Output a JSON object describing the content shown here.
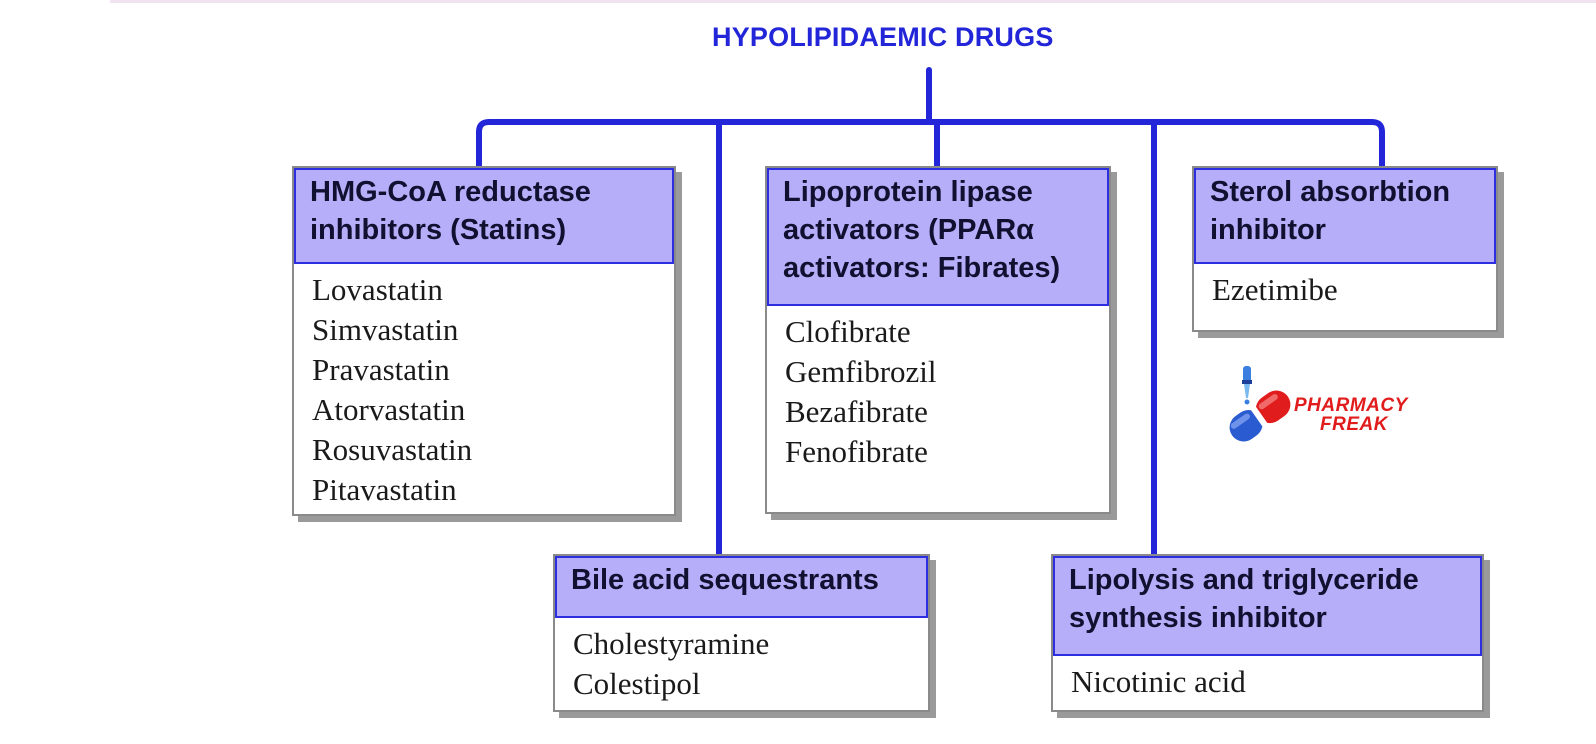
{
  "title": "HYPOLIPIDAEMIC DRUGS",
  "colors": {
    "connector": "#2326d8",
    "header_fill": "#b6aef8",
    "header_border": "#2d2ee0",
    "title": "#2326d8",
    "logo_red": "#e11c1c",
    "logo_blue": "#2a5bd0"
  },
  "categories": [
    {
      "header": "HMG-CoA reductase\ninhibitors (Statins)",
      "drugs": [
        "Lovastatin",
        "Simvastatin",
        "Pravastatin",
        "Atorvastatin",
        "Rosuvastatin",
        "Pitavastatin"
      ]
    },
    {
      "header": "Bile acid sequestrants",
      "drugs": [
        "Cholestyramine",
        "Colestipol"
      ]
    },
    {
      "header": "Lipoprotein lipase\nactivators (PPARα\nactivators: Fibrates)",
      "drugs": [
        "Clofibrate",
        "Gemfibrozil",
        "Bezafibrate",
        "Fenofibrate"
      ]
    },
    {
      "header": "Lipolysis and triglyceride\nsynthesis inhibitor",
      "drugs": [
        "Nicotinic acid"
      ]
    },
    {
      "header": "Sterol absorbtion\ninhibitor",
      "drugs": [
        "Ezetimibe"
      ]
    }
  ],
  "logo": {
    "line1": "PHARMACY",
    "line2": "FREAK",
    "icon": "pill-dropper-icon"
  }
}
